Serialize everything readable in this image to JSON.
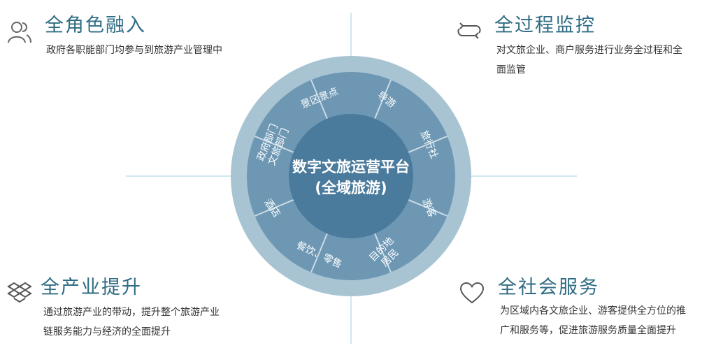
{
  "center": {
    "line1": "数字文旅运营平台",
    "line2": "(全域旅游)"
  },
  "segments": [
    {
      "lines": [
        "景区景点"
      ]
    },
    {
      "lines": [
        "导游"
      ]
    },
    {
      "lines": [
        "旅行社"
      ]
    },
    {
      "lines": [
        "游客"
      ]
    },
    {
      "lines": [
        "目的地",
        "居民"
      ]
    },
    {
      "lines": [
        "餐饮、零售"
      ]
    },
    {
      "lines": [
        "酒店"
      ]
    },
    {
      "lines": [
        "政府部门",
        "文旅部门"
      ]
    }
  ],
  "corners": {
    "top_left": {
      "icon": "users-icon",
      "title": "全角色融入",
      "desc": [
        "政府各职能部门均参与到旅游产业管理中"
      ]
    },
    "top_right": {
      "icon": "refresh-cycle-icon",
      "title": "全过程监控",
      "desc": [
        "对文旅企业、商户服务进行业务全过程和全",
        "面监管"
      ]
    },
    "bottom_left": {
      "icon": "dropbox-boxes-icon",
      "title": "全产业提升",
      "desc": [
        "通过旅游产业的带动，提升整个旅游产业",
        "链服务能力与经济的全面提升"
      ]
    },
    "bottom_right": {
      "icon": "heart-icon",
      "title": "全社会服务",
      "desc": [
        "为区域内各文旅企业、游客提供全方位的推",
        "广和服务等，促进旅游服务质量全面提升"
      ]
    }
  },
  "colors": {
    "outer_ring": "#a8c4d3",
    "middle_ring": "#6d97b3",
    "inner_circle": "#4a7a9c",
    "title": "#2f6c83",
    "axis": "#bfe0ee"
  }
}
